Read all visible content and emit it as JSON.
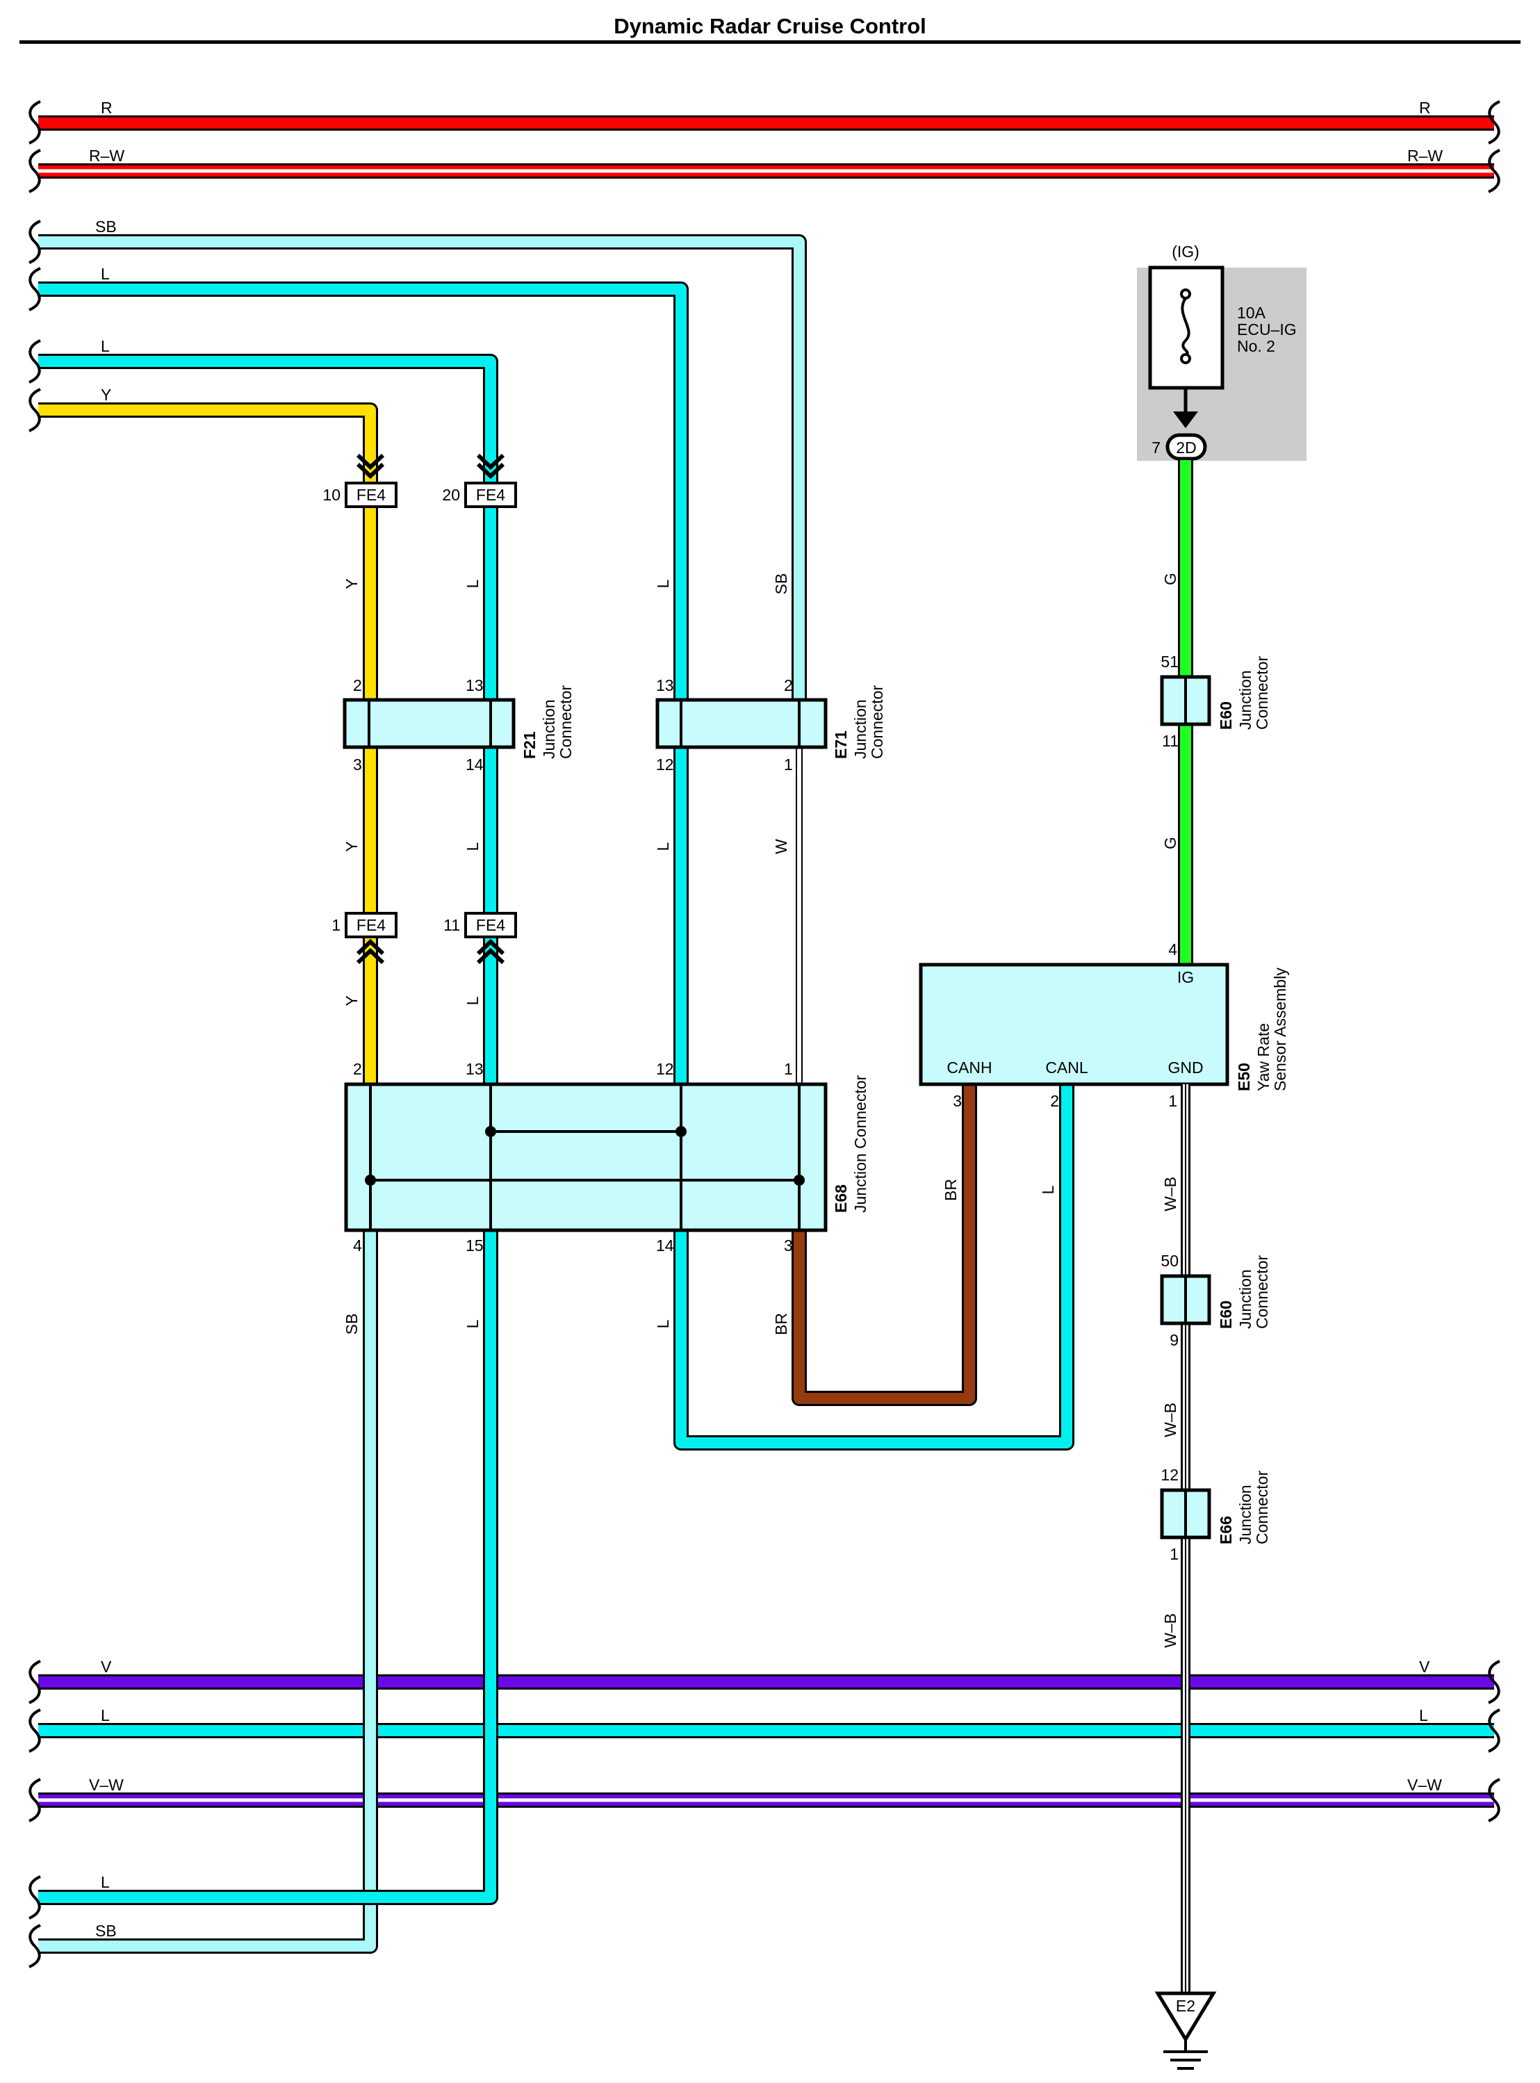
{
  "title": "Dynamic Radar Cruise Control",
  "colors": {
    "R": "#ff0000",
    "R-W": "#ff0000",
    "SB": "#aaf8f8",
    "L": "#00f0f0",
    "Y": "#ffe000",
    "G": "#22ff22",
    "W": "#ffffff",
    "BR": "#953b10",
    "W-B": "#ffffff",
    "V": "#6a08e8",
    "V-W": "#6a08e8",
    "component_fill": "#c8fbfb",
    "fuse_box_fill": "#cccccc"
  },
  "bus_wires": {
    "top": [
      {
        "name": "R",
        "left": "R",
        "right": "R"
      },
      {
        "name": "R-W",
        "left": "R–W",
        "right": "R–W"
      }
    ],
    "bottom": [
      {
        "name": "V",
        "left": "V",
        "right": "V"
      },
      {
        "name": "L",
        "left": "L",
        "right": "L"
      },
      {
        "name": "V-W",
        "left": "V–W",
        "right": "V–W"
      }
    ]
  },
  "side_wires": {
    "sb_top": "SB",
    "l_top": "L",
    "l_mid": "L",
    "y_mid": "Y",
    "l_bottom": "L",
    "sb_bottom": "SB"
  },
  "fuse": {
    "source": "(IG)",
    "rating": "10A",
    "name": "ECU–IG",
    "number": "No. 2",
    "pin": "7",
    "connector": "2D"
  },
  "connectors": {
    "fe4_a_top": {
      "id": "FE4",
      "pin": "10"
    },
    "fe4_b_top": {
      "id": "FE4",
      "pin": "20"
    },
    "fe4_a_bot": {
      "id": "FE4",
      "pin": "1"
    },
    "fe4_b_bot": {
      "id": "FE4",
      "pin": "11"
    }
  },
  "wire_labels": {
    "y1": "Y",
    "l1": "L",
    "l2": "L",
    "sb1": "SB",
    "y2": "Y",
    "l3": "L",
    "l4": "L",
    "w1": "W",
    "y3": "Y",
    "l5": "L",
    "sb2": "SB",
    "l6": "L",
    "l7": "L",
    "br1": "BR",
    "br2": "BR",
    "l8": "L",
    "g1": "G",
    "g2": "G",
    "wb1": "W–B",
    "wb2": "W–B",
    "wb3": "W–B"
  },
  "f21": {
    "id": "F21",
    "name": "Junction",
    "name2": "Connector",
    "pins_top": [
      "2",
      "13"
    ],
    "pins_bottom": [
      "3",
      "14"
    ]
  },
  "e71": {
    "id": "E71",
    "name": "Junction",
    "name2": "Connector",
    "pins_top": [
      "13",
      "2"
    ],
    "pins_bottom": [
      "12",
      "1"
    ]
  },
  "e68": {
    "id": "E68",
    "name": "Junction Connector",
    "pins_top": [
      "2",
      "13",
      "12",
      "1"
    ],
    "pins_bottom": [
      "4",
      "15",
      "14",
      "3"
    ]
  },
  "e50": {
    "id": "E50",
    "name": "Yaw Rate",
    "name2": "Sensor Assembly",
    "terminals": {
      "ig": "IG",
      "canh": "CANH",
      "canl": "CANL",
      "gnd": "GND"
    },
    "pins": {
      "ig": "4",
      "canh": "3",
      "canl": "2",
      "gnd": "1"
    }
  },
  "e60_a": {
    "id": "E60",
    "name": "Junction",
    "name2": "Connector",
    "pin_top": "51",
    "pin_bottom": "11"
  },
  "e60_b": {
    "id": "E60",
    "name": "Junction",
    "name2": "Connector",
    "pin_top": "50",
    "pin_bottom": "9"
  },
  "e66": {
    "id": "E66",
    "name": "Junction",
    "name2": "Connector",
    "pin_top": "12",
    "pin_bottom": "1"
  },
  "ground": {
    "id": "E2"
  }
}
